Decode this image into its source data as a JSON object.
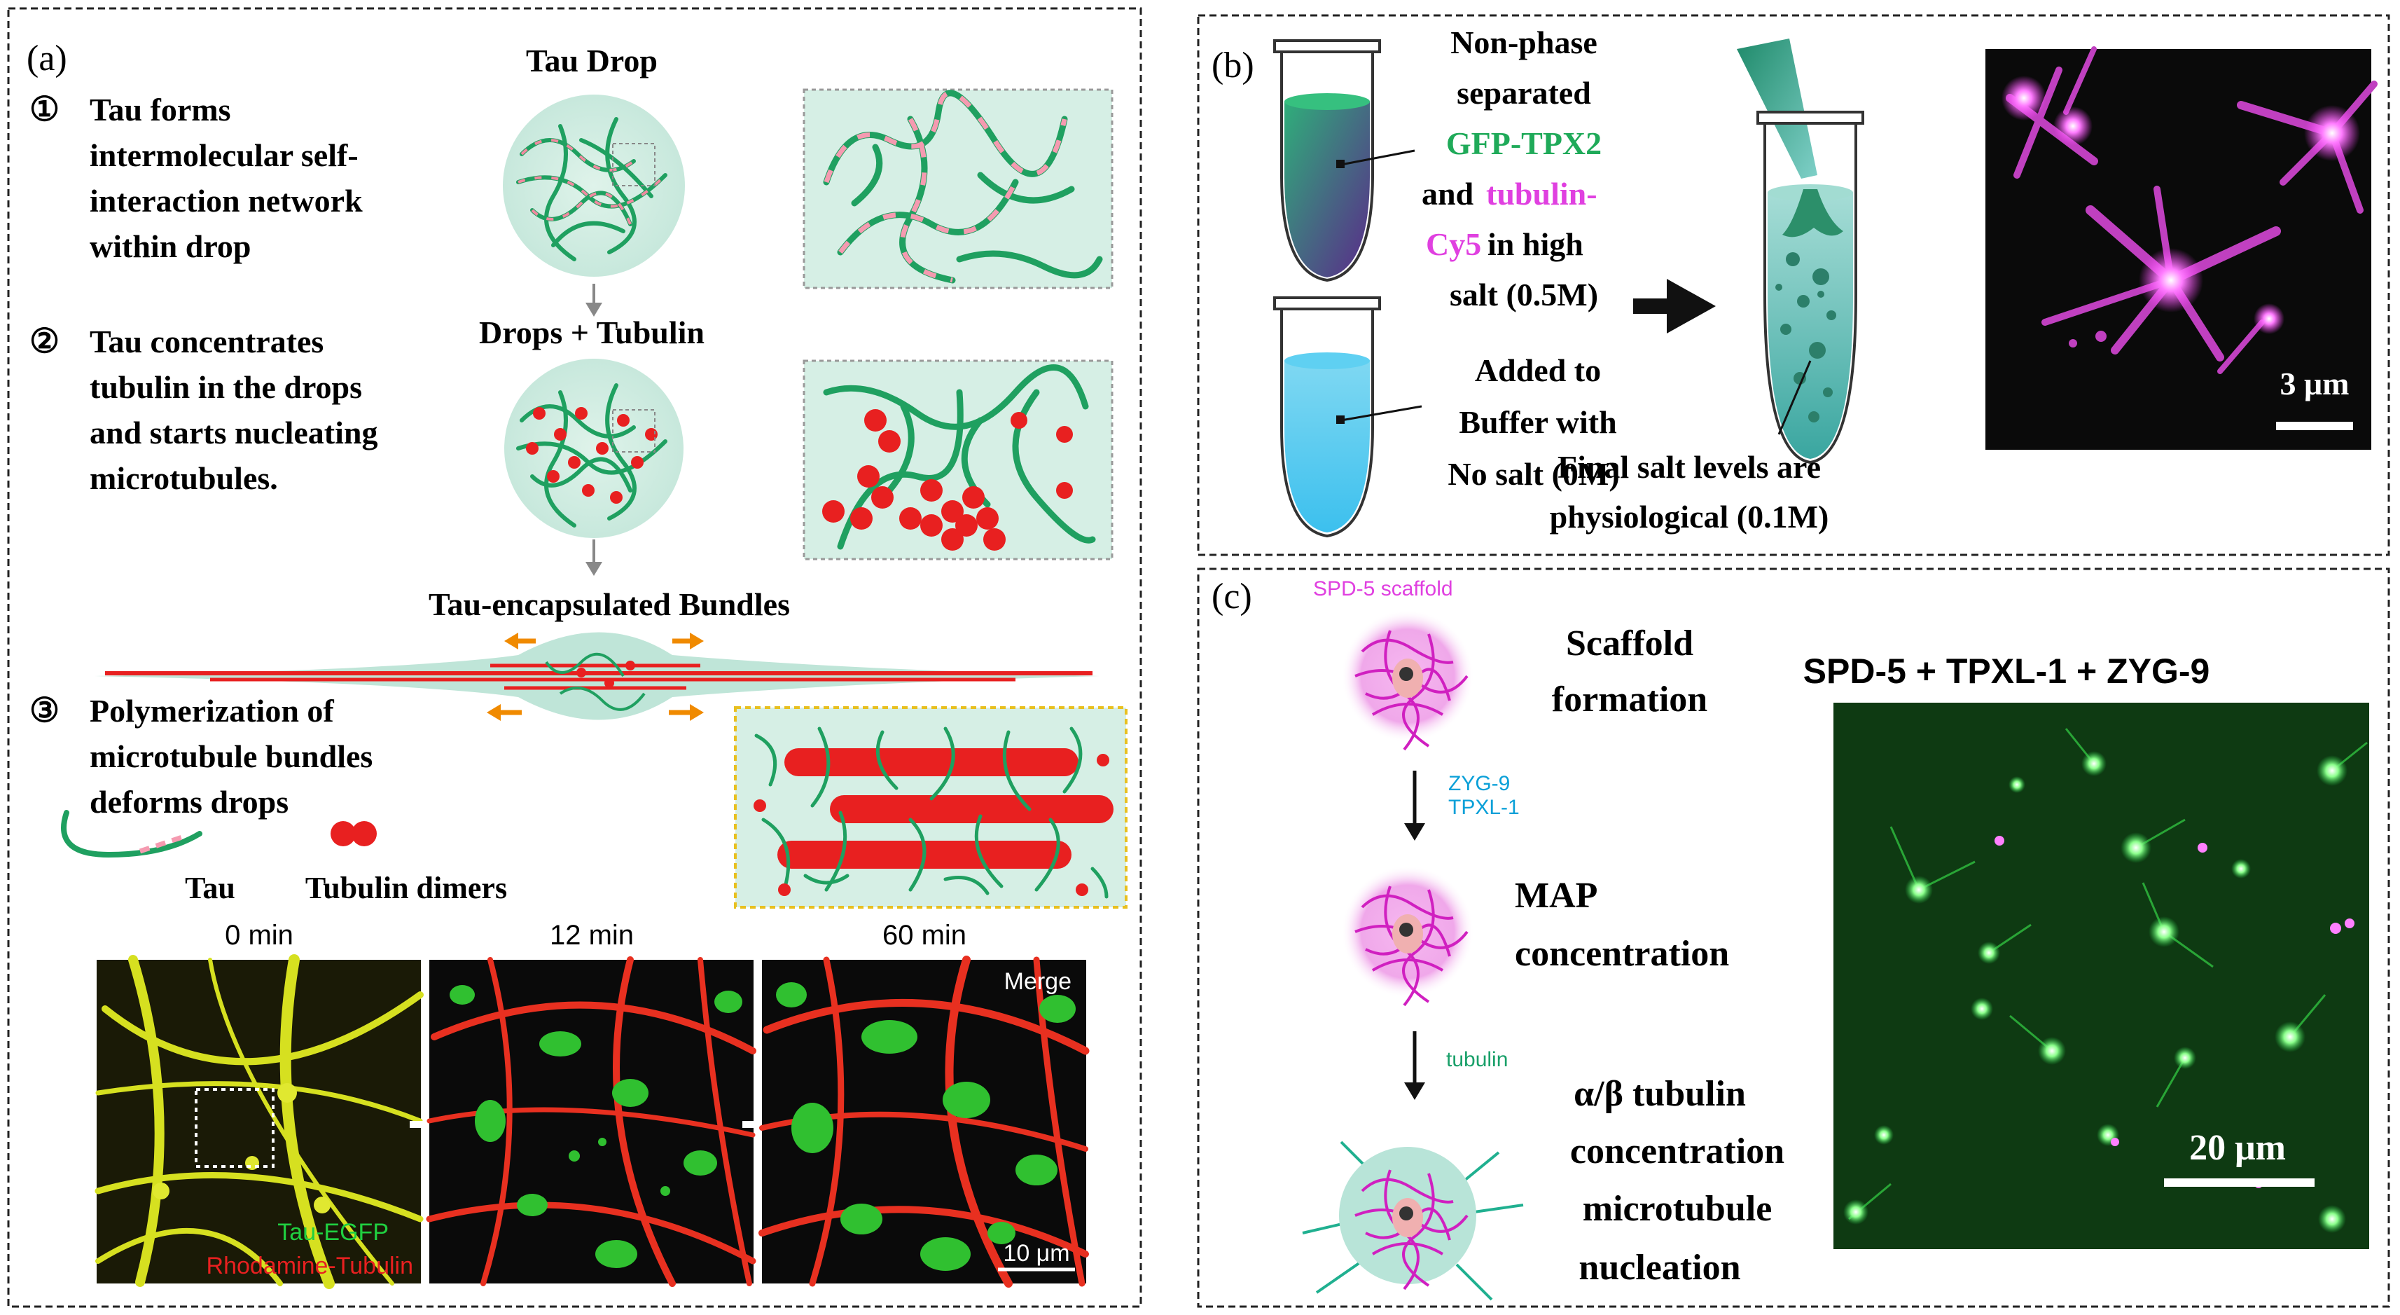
{
  "panel_a": {
    "label": "(a)",
    "drop_title": "Tau Drop",
    "step1": {
      "num": "①",
      "lines": [
        "Tau forms",
        "intermolecular self-",
        "interaction network",
        "within drop"
      ]
    },
    "drops_tubulin_title": "Drops + Tubulin",
    "step2": {
      "num": "②",
      "lines": [
        "Tau concentrates",
        "tubulin in the drops",
        "and starts nucleating",
        "microtubules."
      ]
    },
    "bundles_title": "Tau-encapsulated Bundles",
    "step3": {
      "num": "③",
      "lines": [
        "Polymerization of",
        "microtubule bundles",
        "deforms drops"
      ]
    },
    "legend_tau": "Tau",
    "legend_dimers": "Tubulin dimers",
    "times": [
      "0 min",
      "12 min",
      "60 min"
    ],
    "micro_label_green": "Tau-EGFP",
    "micro_label_red": "Rhodamine-Tubulin",
    "scale": "10 μm",
    "merge": "Merge"
  },
  "panel_b": {
    "label": "(b)",
    "text1": [
      "Non-phase",
      "separated"
    ],
    "gfp": "GFP-TPX2",
    "and": "and",
    "tubulin": "tubulin-",
    "cy5": "Cy5",
    "in_high": " in high",
    "salt_high": "salt (0.5M)",
    "text2": [
      "Added to",
      "Buffer with",
      "No salt (0M)"
    ],
    "text3": [
      "Final salt levels are",
      "physiological (0.1M)"
    ],
    "scale": "3 μm"
  },
  "panel_c": {
    "label": "(c)",
    "scaffold_tag": "SPD-5 scaffold",
    "step1": [
      "Scaffold",
      "formation"
    ],
    "arrow1": [
      "ZYG-9",
      "TPXL-1"
    ],
    "step2": [
      "MAP",
      "concentration"
    ],
    "arrow2": "tubulin",
    "step3": [
      "α/β tubulin",
      "concentration",
      "microtubule",
      "nucleation"
    ],
    "micro_title": "SPD-5 + TPXL-1 + ZYG-9",
    "scale": "20 μm"
  },
  "colors": {
    "green": "#1faa59",
    "magenta": "#e040e0",
    "cyan": "#0aa0d8",
    "red": "#e82020",
    "orange": "#f08a00"
  }
}
